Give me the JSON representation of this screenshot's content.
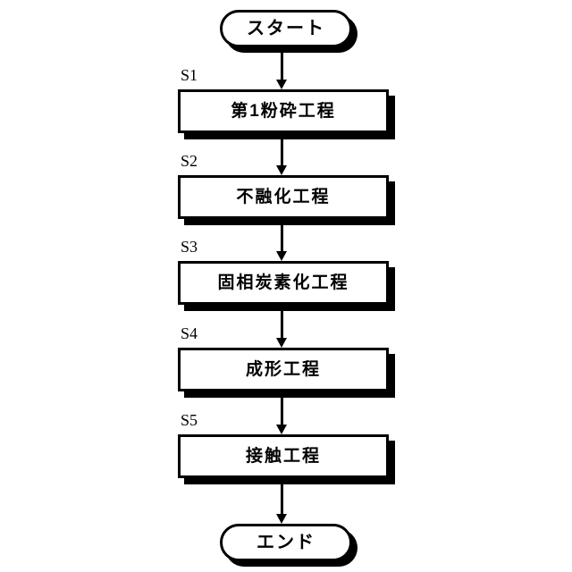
{
  "diagram": {
    "type": "flowchart",
    "orientation": "vertical",
    "background_color": "#ffffff",
    "line_color": "#000000",
    "nodes": [
      {
        "id": "start",
        "shape": "terminator",
        "label": "スタート"
      },
      {
        "id": "s1",
        "shape": "process",
        "step": "S1",
        "label": "第1粉砕工程"
      },
      {
        "id": "s2",
        "shape": "process",
        "step": "S2",
        "label": "不融化工程"
      },
      {
        "id": "s3",
        "shape": "process",
        "step": "S3",
        "label": "固相炭素化工程"
      },
      {
        "id": "s4",
        "shape": "process",
        "step": "S4",
        "label": "成形工程"
      },
      {
        "id": "s5",
        "shape": "process",
        "step": "S5",
        "label": "接触工程"
      },
      {
        "id": "end",
        "shape": "terminator",
        "label": "エンド"
      }
    ],
    "connectors": [
      {
        "id": "start-s1",
        "from": "start",
        "to": "s1",
        "arrow": "down"
      },
      {
        "id": "s1-s2",
        "from": "s1",
        "to": "s2",
        "arrow": "down"
      },
      {
        "id": "s2-s3",
        "from": "s2",
        "to": "s3",
        "arrow": "down"
      },
      {
        "id": "s3-s4",
        "from": "s3",
        "to": "s4",
        "arrow": "down"
      },
      {
        "id": "s4-s5",
        "from": "s4",
        "to": "s5",
        "arrow": "down"
      },
      {
        "id": "s5-end",
        "from": "s5",
        "to": "end",
        "arrow": "down"
      }
    ]
  }
}
